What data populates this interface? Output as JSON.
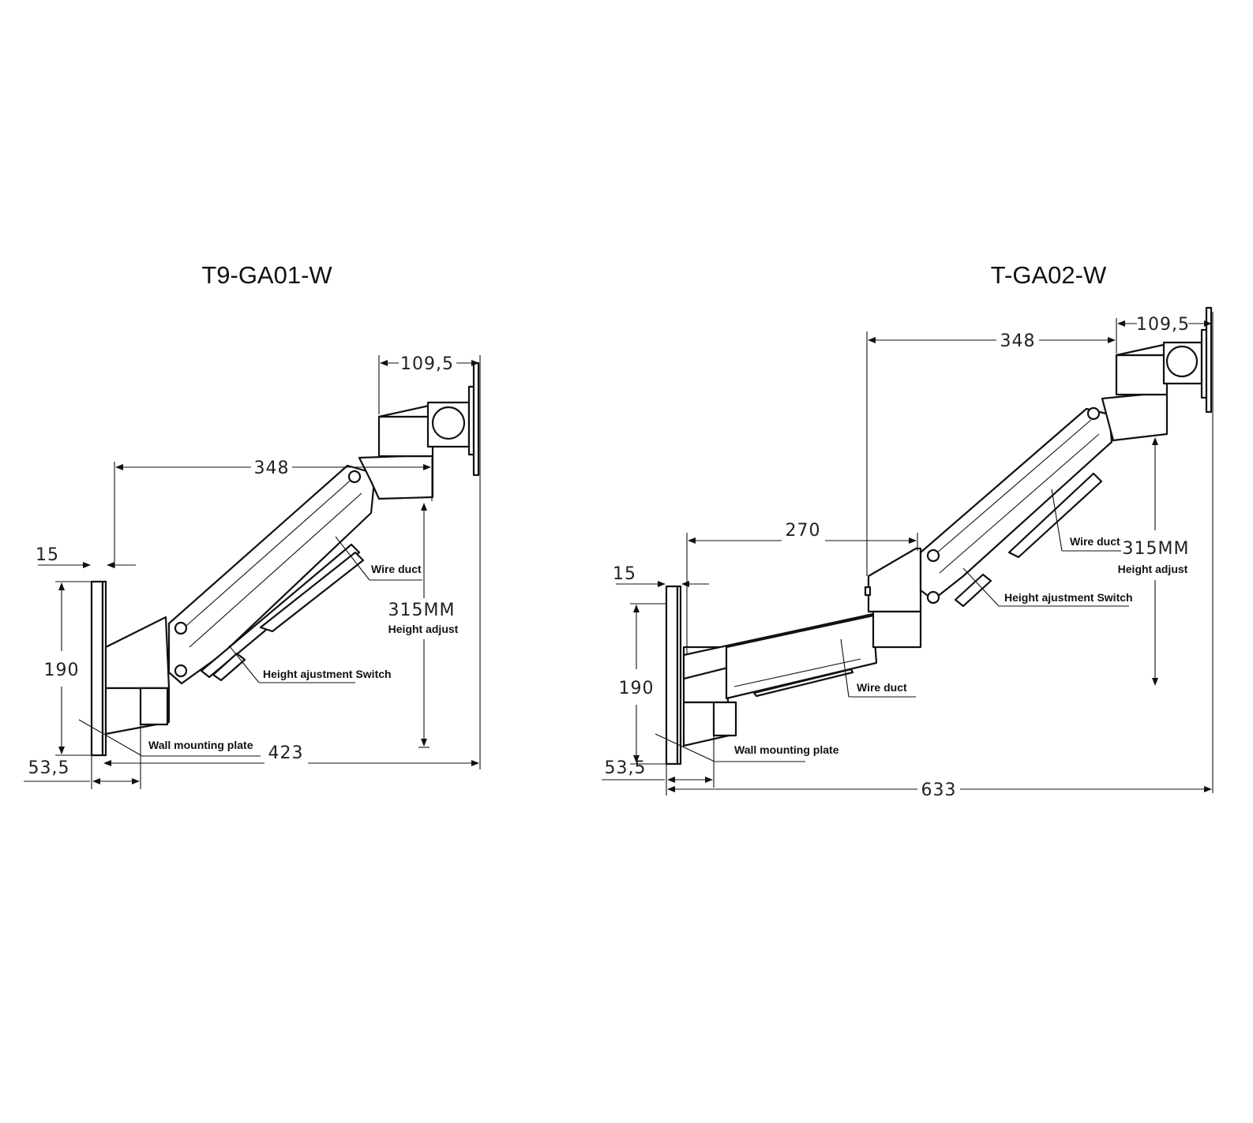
{
  "left": {
    "title": "T9-GA01-W",
    "dim_head_offset": "109,5",
    "dim_reach": "348",
    "dim_wall_gap": "15",
    "dim_plate_height": "190",
    "dim_base_depth": "53,5",
    "dim_total": "423",
    "dim_height": "315MM",
    "label_height_adjust": "Height adjust",
    "label_wire_duct": "Wire duct",
    "label_switch": "Height ajustment Switch",
    "label_plate": "Wall mounting plate"
  },
  "right": {
    "title": "T-GA02-W",
    "dim_head_offset": "109,5",
    "dim_reach": "348",
    "dim_lower_arm": "270",
    "dim_wall_gap": "15",
    "dim_plate_height": "190",
    "dim_base_depth": "53,5",
    "dim_total": "633",
    "dim_height": "315MM",
    "label_height_adjust": "Height adjust",
    "label_wire_duct_upper": "Wire duct",
    "label_wire_duct_lower": "Wire duct",
    "label_switch": "Height ajustment Switch",
    "label_plate": "Wall mounting plate"
  }
}
